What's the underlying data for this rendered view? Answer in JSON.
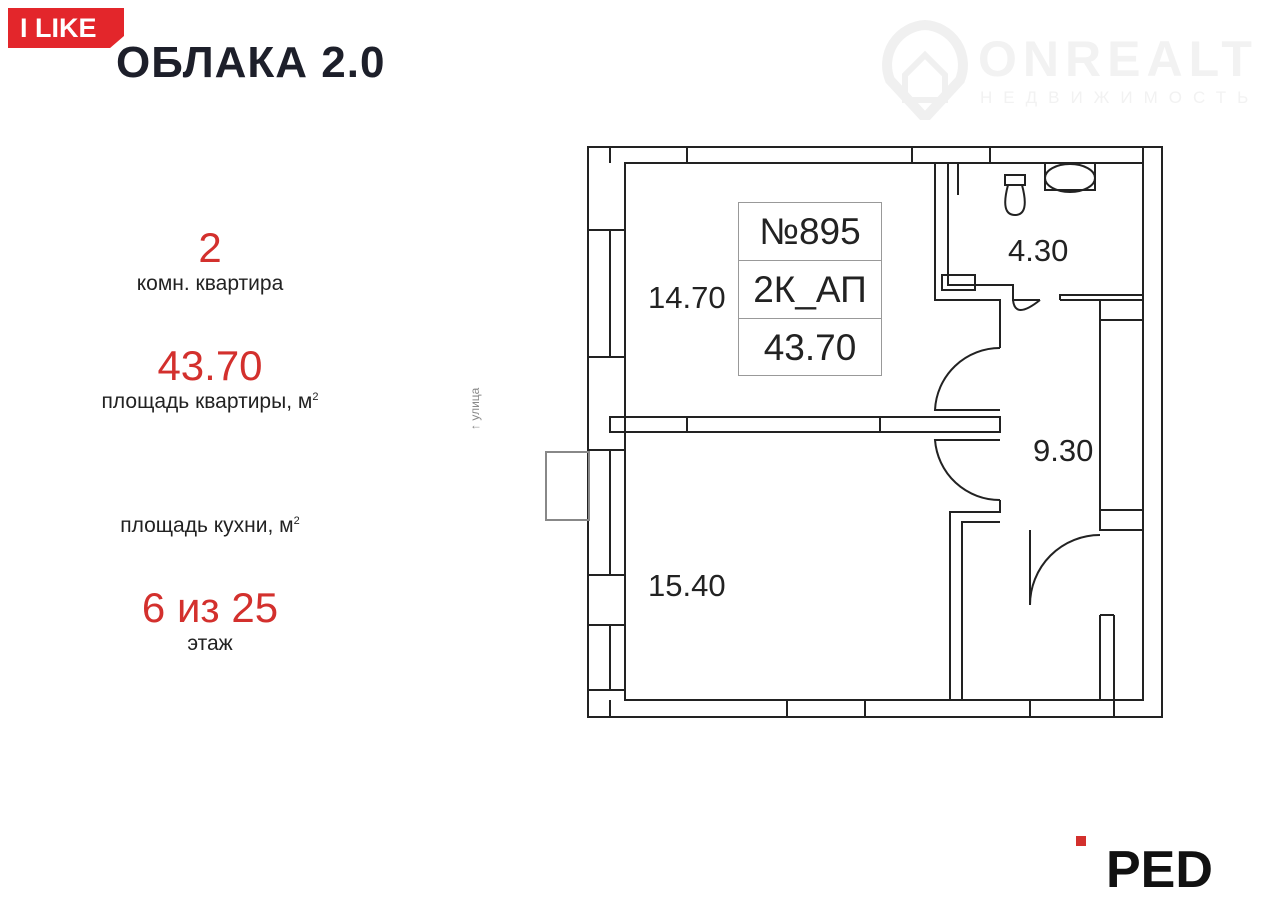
{
  "header": {
    "brand_badge": "I LIKE",
    "project_title": "ОБЛАКА 2.0"
  },
  "watermark": {
    "name": "ONREALT",
    "subtitle": "НЕДВИЖИМОСТЬ"
  },
  "info": {
    "rooms_value": "2",
    "rooms_label": "комн. квартира",
    "area_value": "43.70",
    "area_label": "площадь квартиры, м",
    "area_unit_sup": "2",
    "kitchen_label": "площадь кухни, м",
    "kitchen_unit_sup": "2",
    "floor_value": "6",
    "floor_of": "из",
    "floor_total": "25",
    "floor_label": "этаж"
  },
  "plan": {
    "tag": {
      "number": "№895",
      "type": "2К_АП",
      "area": "43.70"
    },
    "rooms": {
      "room1": "14.70",
      "room2": "15.40",
      "bathroom": "4.30",
      "hall": "9.30"
    },
    "street_label": "↑ улица"
  },
  "footer_logo": {
    "text": "PED"
  },
  "colors": {
    "accent": "#d3302d",
    "brand_red": "#e3262b",
    "title": "#1d1f2a"
  }
}
